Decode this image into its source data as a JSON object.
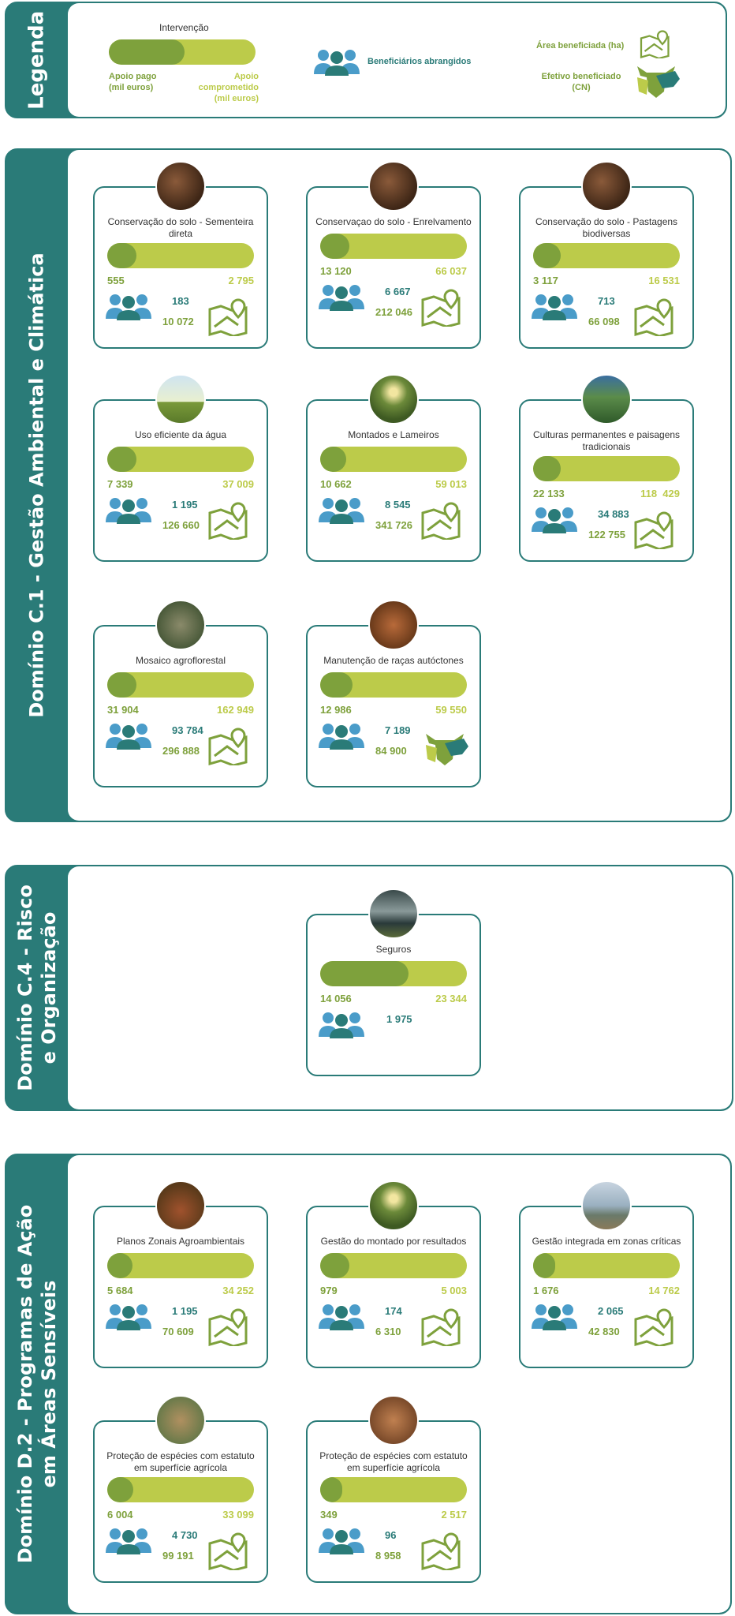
{
  "colors": {
    "teal": "#2a7b78",
    "paid": "#7ea13c",
    "committed": "#bccb4a",
    "people_light": "#4a9cc9"
  },
  "legend": {
    "title": "Legenda",
    "intervention": "Intervenção",
    "paid_label": "Apoio pago",
    "paid_unit": "(mil euros)",
    "committed_label": "Apoio",
    "committed_label2": "comprometido",
    "committed_unit": "(mil euros)",
    "beneficiaries": "Beneficiários abrangidos",
    "area": "Área beneficiada (ha)",
    "herd": "Efetivo beneficiado",
    "herd_unit": "(CN)"
  },
  "sections": [
    {
      "title": "Domínio C.1 - Gestão Ambiental e Climática"
    },
    {
      "title_line1": "Domínio C.4 - Risco",
      "title_line2": "e Organização"
    },
    {
      "title_line1": "Domínio D.2 - Programas de Ação",
      "title_line2": "em Áreas Sensíveis"
    }
  ],
  "cards": [
    {
      "title": "Conservação do solo - Sementeira direta",
      "paid": "555",
      "committed": "2 795",
      "paid_frac": 0.2,
      "beneficiaries": "183",
      "area": "10 072",
      "icon": "map-icon"
    },
    {
      "title": "Conservaçao do solo - Enrelvamento",
      "paid": "13 120",
      "committed": "66 037",
      "paid_frac": 0.2,
      "beneficiaries": "6 667",
      "area": "212 046",
      "icon": "map-icon"
    },
    {
      "title": "Conservação do solo - Pastagens biodiversas",
      "paid": "3 117",
      "committed": "16 531",
      "paid_frac": 0.19,
      "beneficiaries": "713",
      "area": "66 098",
      "icon": "map-icon"
    },
    {
      "title": "Uso eficiente da água",
      "paid": "7 339",
      "committed": "37 009",
      "paid_frac": 0.2,
      "beneficiaries": "1 195",
      "area": "126 660",
      "icon": "map-icon"
    },
    {
      "title": "Montados e Lameiros",
      "paid": "10 662",
      "committed": "59 013",
      "paid_frac": 0.18,
      "beneficiaries": "8 545",
      "area": "341 726",
      "icon": "map-icon"
    },
    {
      "title": "Culturas permanentes e paisagens tradicionais",
      "paid": "22 133",
      "committed": "118  429",
      "paid_frac": 0.19,
      "beneficiaries": "34 883",
      "area": "122 755",
      "icon": "map-icon"
    },
    {
      "title": "Mosaico agroflorestal",
      "paid": "31 904",
      "committed": "162 949",
      "paid_frac": 0.2,
      "beneficiaries": "93 784",
      "area": "296 888",
      "icon": "map-icon"
    },
    {
      "title": "Manutenção de raças autóctones",
      "paid": "12 986",
      "committed": "59 550",
      "paid_frac": 0.22,
      "beneficiaries": "7 189",
      "area": "84 900",
      "icon": "cow-icon"
    },
    {
      "title": "Seguros",
      "paid": "14 056",
      "committed": "23 344",
      "paid_frac": 0.6,
      "beneficiaries": "1 975"
    },
    {
      "title": "Planos Zonais Agroambientais",
      "paid": "5 684",
      "committed": "34 252",
      "paid_frac": 0.17,
      "beneficiaries": "1 195",
      "area": "70 609",
      "icon": "map-icon"
    },
    {
      "title": "Gestão do montado por resultados",
      "paid": "979",
      "committed": "5 003",
      "paid_frac": 0.2,
      "beneficiaries": "174",
      "area": "6 310",
      "icon": "map-icon"
    },
    {
      "title": "Gestão integrada em zonas críticas",
      "paid": "1 676",
      "committed": "14 762",
      "paid_frac": 0.15,
      "beneficiaries": "2 065",
      "area": "42 830",
      "icon": "map-icon"
    },
    {
      "title": "Proteção de espécies com estatuto em superfície agrícola",
      "paid": "6 004",
      "committed": "33 099",
      "paid_frac": 0.18,
      "beneficiaries": "4 730",
      "area": "99 191",
      "icon": "map-icon"
    },
    {
      "title": "Proteção de espécies com estatuto em superfície agrícola",
      "paid": "349",
      "committed": "2 517",
      "paid_frac": 0.15,
      "beneficiaries": "96",
      "area": "8 958",
      "icon": "map-icon"
    }
  ]
}
